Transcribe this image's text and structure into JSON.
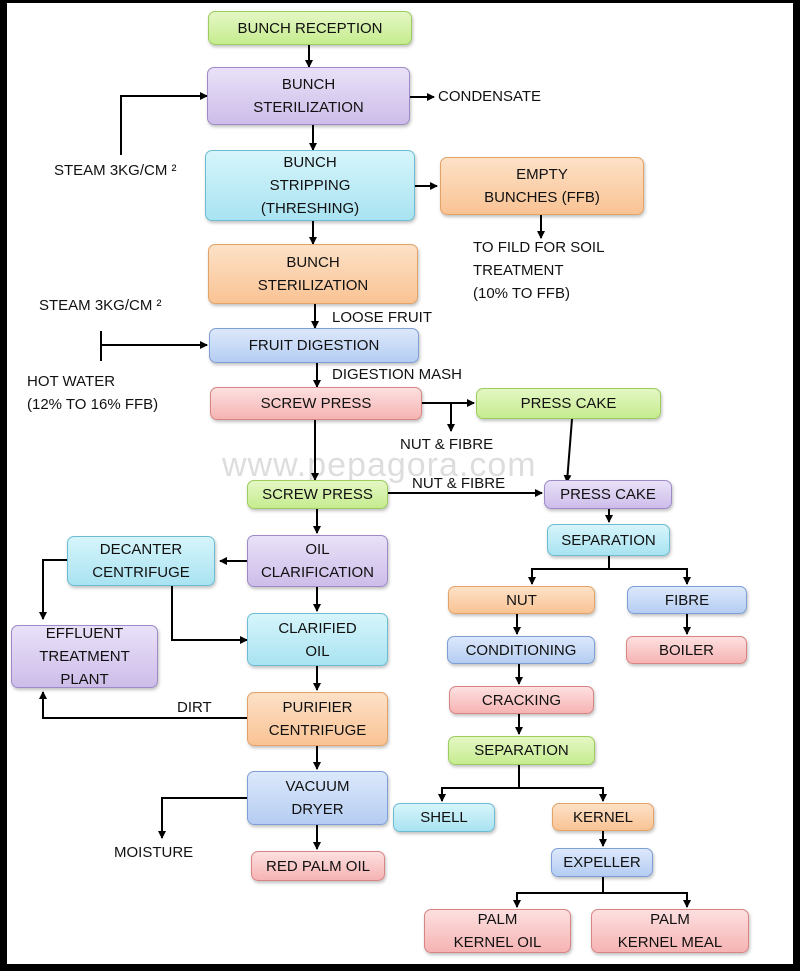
{
  "boxes": {
    "bunch_reception": "BUNCH RECEPTION",
    "bunch_sterilization_1": "BUNCH\nSTERILIZATION",
    "bunch_stripping": "BUNCH\nSTRIPPING\n(THRESHING)",
    "empty_bunches": "EMPTY\nBUNCHES (FFB)",
    "bunch_sterilization_2": "BUNCH\nSTERILIZATION",
    "fruit_digestion": "FRUIT DIGESTION",
    "screw_press_1": "SCREW PRESS",
    "press_cake_1": "PRESS CAKE",
    "screw_press_2": "SCREW PRESS",
    "press_cake_2": "PRESS CAKE",
    "separation_1": "SEPARATION",
    "decanter_centrifuge": "DECANTER\nCENTRIFUGE",
    "oil_clarification": "OIL\nCLARIFICATION",
    "effluent_treatment_plant": "EFFLUENT\nTREATMENT\nPLANT",
    "clarified_oil": "CLARIFIED\nOIL",
    "nut": "NUT",
    "fibre": "FIBRE",
    "conditioning": "CONDITIONING",
    "boiler": "BOILER",
    "cracking": "CRACKING",
    "purifier_centrifuge": "PURIFIER\nCENTRIFUGE",
    "separation_2": "SEPARATION",
    "vacuum_dryer": "VACUUM\nDRYER",
    "shell": "SHELL",
    "kernel": "KERNEL",
    "red_palm_oil": "RED PALM OIL",
    "expeller": "EXPELLER",
    "palm_kernel_oil": "PALM\nKERNEL OIL",
    "palm_kernel_meal": "PALM\nKERNEL MEAL"
  },
  "labels": {
    "condensate": "CONDENSATE",
    "steam_1": "STEAM 3KG/CM ²",
    "to_field": "TO FILD FOR SOIL\nTREATMENT\n(10% TO FFB)",
    "steam_2": "STEAM 3KG/CM ²",
    "loose_fruit": "LOOSE FRUIT",
    "hot_water": "HOT WATER\n(12% TO 16% FFB)",
    "digestion_mash": "DIGESTION MASH",
    "nut_fibre_1": "NUT  & FIBRE",
    "nut_fibre_2": "NUT  & FIBRE",
    "dirt": "DIRT",
    "moisture": "MOISTURE"
  },
  "watermark": "www.pepagora.com",
  "colors": {
    "green": "#c6ec8f",
    "purple": "#cdbde9",
    "cyan": "#a9e3f1",
    "orange": "#f9c394",
    "blue": "#b5cdf2",
    "red": "#f6b3b3",
    "frame": "#000000"
  }
}
